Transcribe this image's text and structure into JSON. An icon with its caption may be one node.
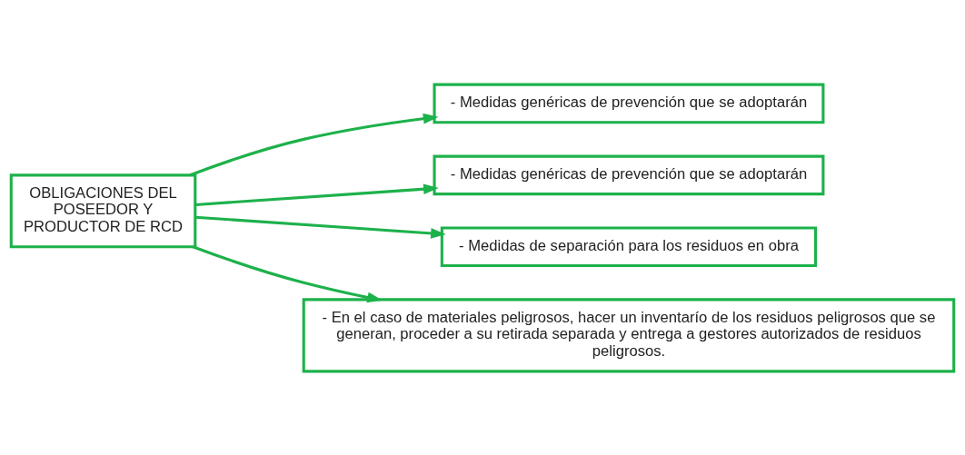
{
  "diagram": {
    "nodes": [
      {
        "text": [
          "OBLIGACIONES DEL POSEEDOR Y PRODUCTOR DE RCD"
        ]
      },
      {
        "text": [
          "- Medidas genéricas de prevención que se adoptarán"
        ]
      },
      {
        "text": [
          "- Medidas genéricas de prevención que se adoptarán"
        ]
      },
      {
        "text": [
          "- Medidas de separación para los residuos en obra"
        ]
      },
      {
        "text": [
          "- En el caso de materiales peligrosos, hacer un inventarío de los residuos peligrosos que se generan, proceder a su retirada separada y entrega a gestores autorizados de residuos peligrosos."
        ]
      }
    ],
    "edges": [
      {
        "from": 0,
        "to": 1,
        "arrow": "to"
      },
      {
        "from": 0,
        "to": 2,
        "arrow": "to"
      },
      {
        "from": 0,
        "to": 3,
        "arrow": "to"
      },
      {
        "from": 0,
        "to": 4,
        "arrow": "to"
      }
    ]
  }
}
